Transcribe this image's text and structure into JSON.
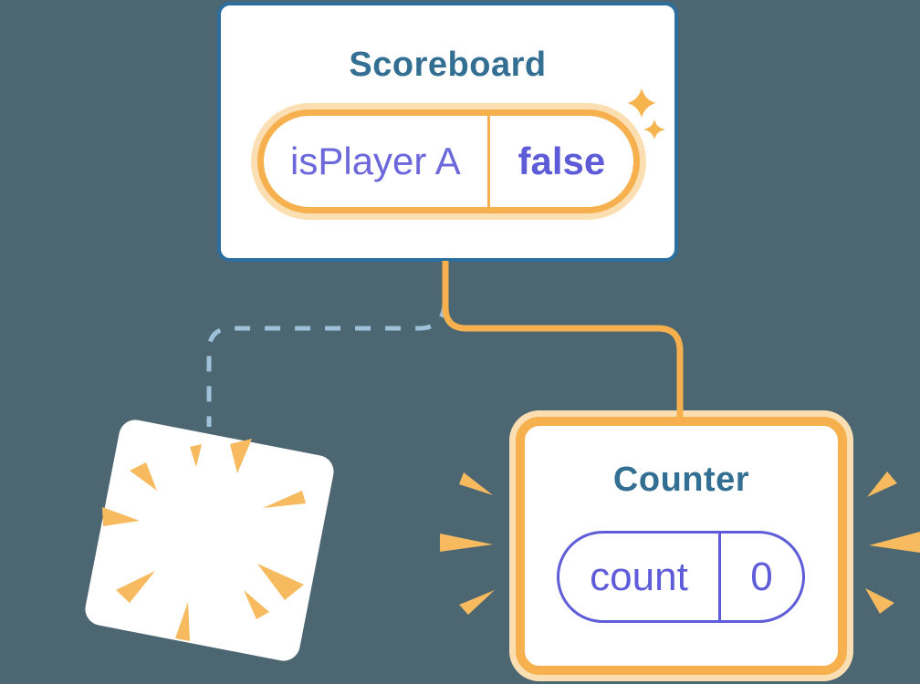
{
  "diagram": {
    "description": "component tree state diagram"
  },
  "scoreboard": {
    "title": "Scoreboard",
    "state": {
      "name": "isPlayer A",
      "value": "false"
    }
  },
  "counter": {
    "title": "Counter",
    "state": {
      "name": "count",
      "value": "0"
    }
  },
  "colors": {
    "background": "#4C6672",
    "scoreboard_border_blue": "#2C6E9D",
    "title_blue": "#336E93",
    "accent_orange": "#F6B04E",
    "accent_orange_glow": "#FBDFB2",
    "burst_orange": "#F7BA5E",
    "state_purple": "#6C67DB",
    "counter_purple": "#5E5CD8",
    "dashed_connector_blue": "#9FC1DA",
    "card_white": "#FFFFFF"
  }
}
